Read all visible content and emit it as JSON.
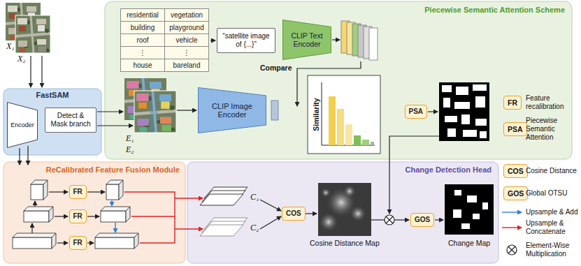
{
  "diagram": {
    "nodes": [
      {
        "text": [
          "Piecewise Semantic Attention Scheme"
        ]
      },
      {
        "text": [
          "FastSAM"
        ]
      },
      {
        "text": [
          "Encoder"
        ],
        "in": 1
      },
      {
        "text": [
          "Detect & Mask branch"
        ],
        "in": 1
      },
      {
        "text": [
          "ReCalibrated Feature Fusion Module"
        ]
      },
      {
        "text": [
          "FR"
        ],
        "in": 4
      },
      {
        "text": [
          "FR"
        ],
        "in": 4
      },
      {
        "text": [
          "FR"
        ],
        "in": 4
      },
      {
        "text": [
          "Change Detection Head"
        ]
      },
      {
        "text": [
          "COS"
        ],
        "in": 8
      },
      {
        "text": [
          "GOS"
        ],
        "in": 8
      },
      {
        "text": [
          "“satellite image of {...}”"
        ],
        "in": 0
      },
      {
        "text": [
          "CLIP Text Encoder"
        ],
        "in": 0
      },
      {
        "text": [
          "CLIP Image Encoder"
        ],
        "in": 0
      },
      {
        "text": [
          "Similarity"
        ],
        "in": 0
      },
      {
        "text": [
          "PSA"
        ],
        "in": 0
      }
    ],
    "edges": [
      {
        "from": 2,
        "to": 3,
        "arrow": "to"
      },
      {
        "from": 11,
        "to": 12,
        "arrow": "to"
      },
      {
        "from": 13,
        "to": 14,
        "arrow": "to"
      },
      {
        "from": 14,
        "to": 15,
        "arrow": "to"
      }
    ],
    "labels": [
      "X₁",
      "X₂",
      "residential",
      "vegetation",
      "building",
      "playground",
      "roof",
      "vehicle",
      "⋮",
      "⋮",
      "house",
      "bareland",
      "Compare",
      "E₁",
      "E₂",
      "C₁",
      "C₂",
      "Cosine Distance Map",
      "Change Map",
      "FR",
      "PSA",
      "COS",
      "GOS"
    ],
    "legend": [
      {
        "text": "Feature recalibration"
      },
      {
        "text": "Piecewise Semantic Attention"
      },
      {
        "text": "Cosine Distance"
      },
      {
        "text": "Global OTSU"
      },
      {
        "text": "Upsample & Add"
      },
      {
        "text": "Upsample & Concatenate"
      },
      {
        "text": "Element-Wise Multiplication"
      }
    ]
  }
}
